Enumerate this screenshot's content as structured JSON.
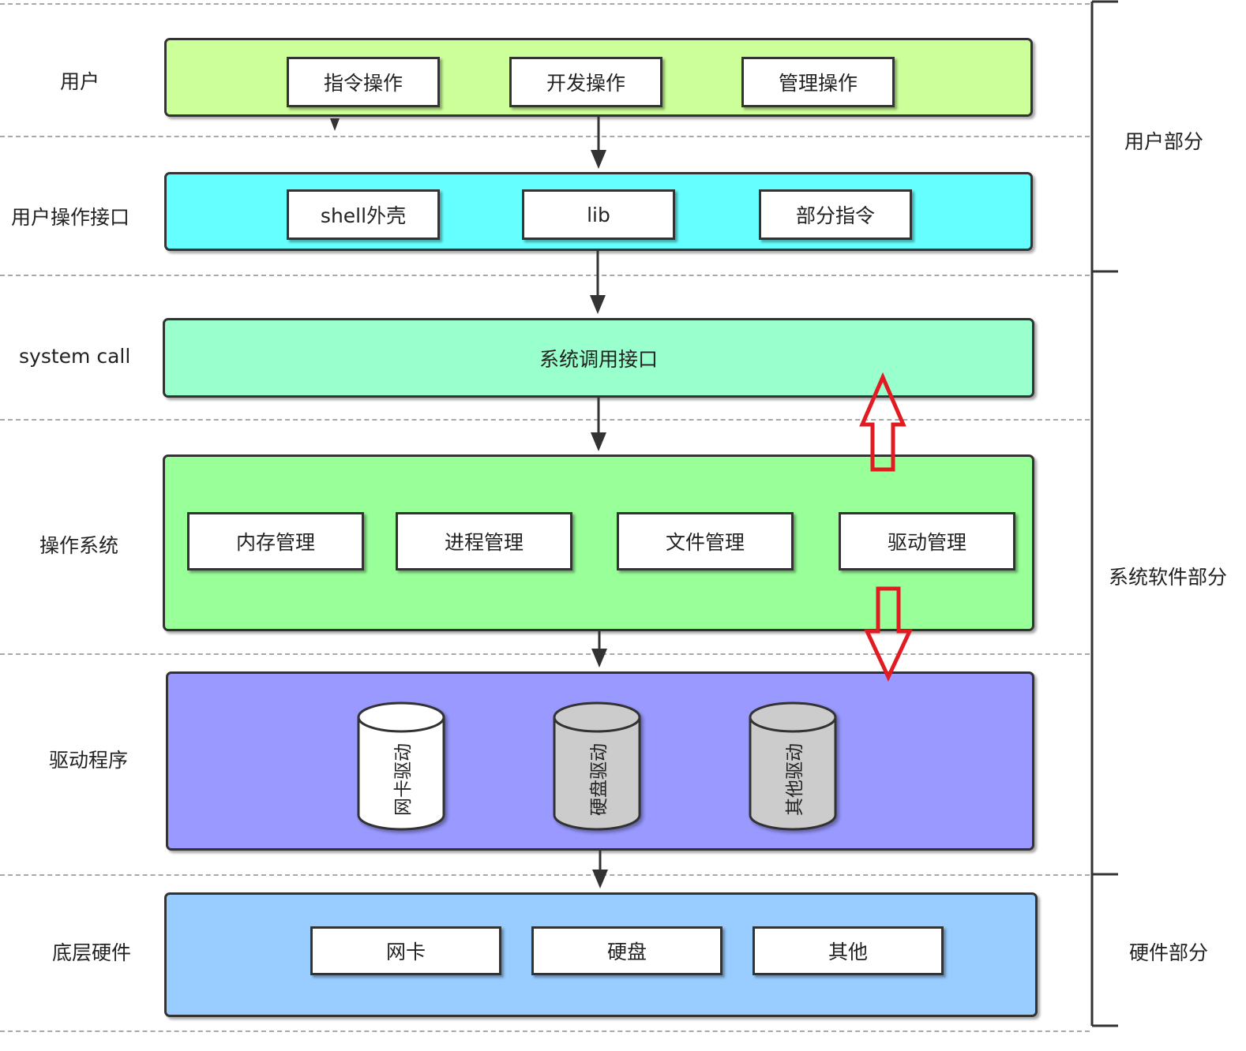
{
  "colors": {
    "user_layer": "#ccff99",
    "interface_layer": "#66ffff",
    "syscall_layer": "#99ffcc",
    "os_layer": "#99ff99",
    "driver_layer": "#9999ff",
    "hardware_layer": "#99ccff",
    "updown_arrow": "#e21b23"
  },
  "layers": {
    "user": {
      "label": "用户",
      "boxes": [
        "指令操作",
        "开发操作",
        "管理操作"
      ]
    },
    "interface": {
      "label": "用户操作接口",
      "boxes": [
        "shell外壳",
        "lib",
        "部分指令"
      ]
    },
    "syscall": {
      "label": "system call",
      "center": "系统调用接口"
    },
    "os": {
      "label": "操作系统",
      "boxes": [
        "内存管理",
        "进程管理",
        "文件管理",
        "驱动管理"
      ]
    },
    "driver": {
      "label": "驱动程序",
      "cylinders": [
        "网卡驱动",
        "硬盘驱动",
        "其他驱动"
      ]
    },
    "hardware": {
      "label": "底层硬件",
      "boxes": [
        "网卡",
        "硬盘",
        "其他"
      ]
    }
  },
  "sections": {
    "user_part": "用户部分",
    "system_software_part": "系统软件部分",
    "hardware_part": "硬件部分"
  }
}
